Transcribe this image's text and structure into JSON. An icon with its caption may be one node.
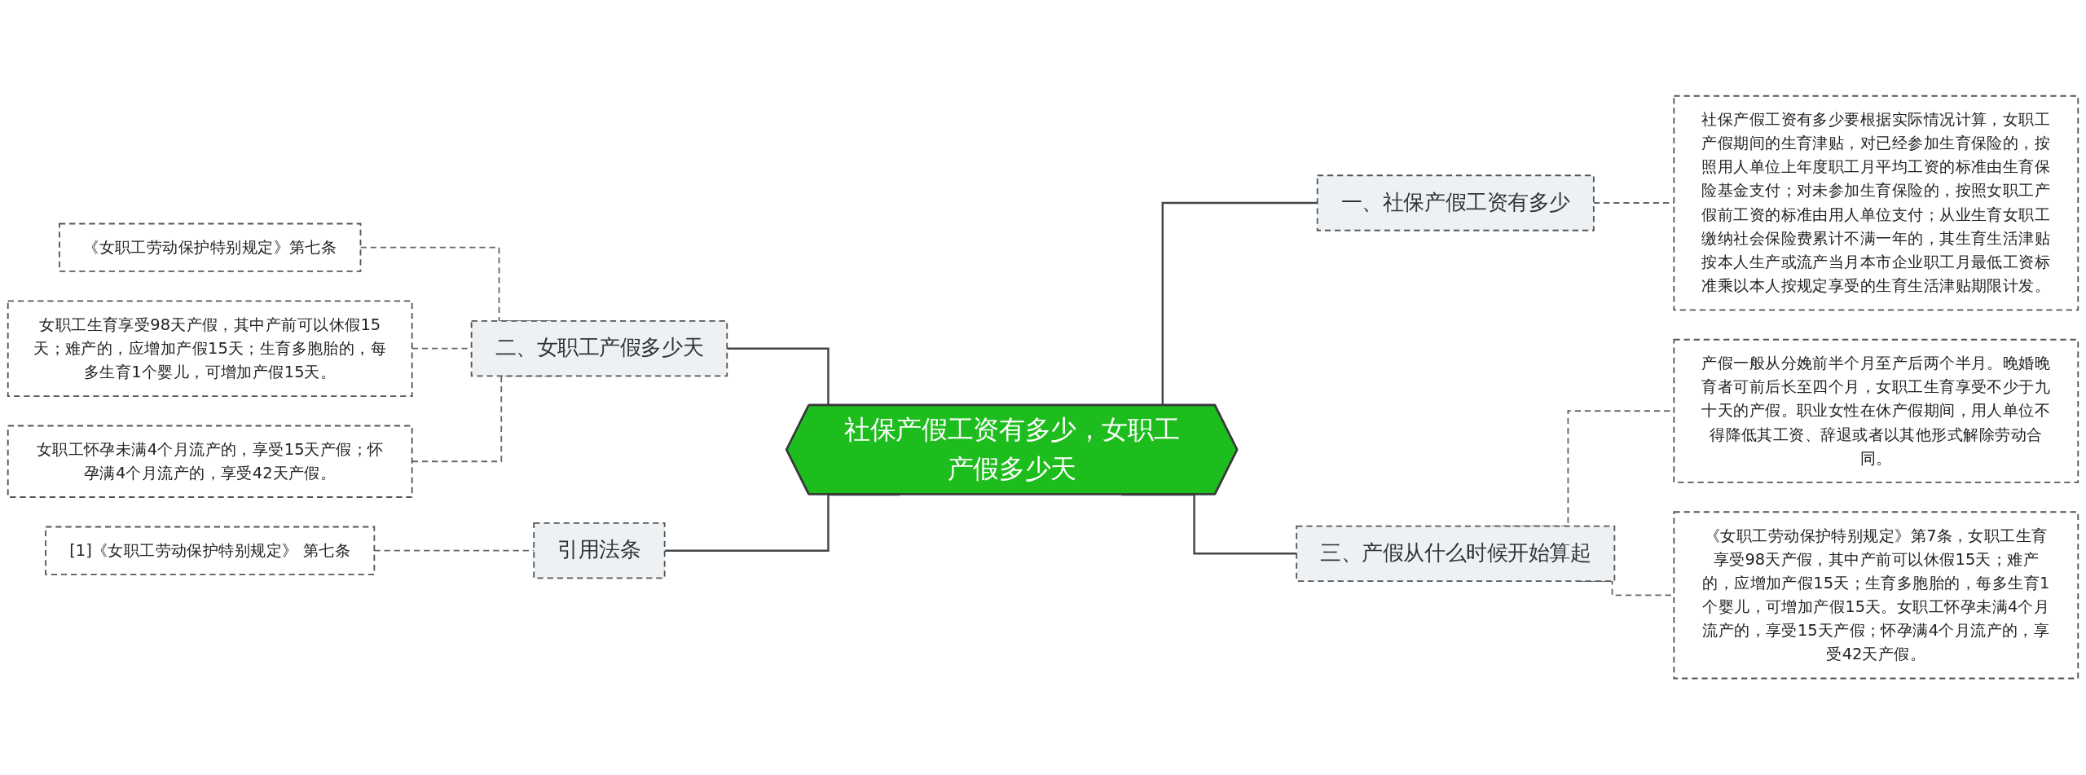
{
  "diagram": {
    "nodes": [
      {
        "text": [
          "社保产假工资有多少，女职工产假多少天"
        ]
      },
      {
        "text": [
          "一、社保产假工资有多少"
        ]
      },
      {
        "text": [
          "社保产假工资有多少要根据实际情况计算，女职工产假期间的生育津贴，对已经参加生育保险的，按照用人单位上年度职工月平均工资的标准由生育保险基金支付；对未参加生育保险的，按照女职工产假前工资的标准由用人单位支付；从业生育女职工缴纳社会保险费累计不满一年的，其生育生活津贴按本人生产或流产当月本市企业职工月最低工资标准乘以本人按规定享受的生育生活津贴期限计发。"
        ]
      },
      {
        "text": [
          "二、女职工产假多少天"
        ]
      },
      {
        "text": [
          "《女职工劳动保护特别规定》第七条"
        ]
      },
      {
        "text": [
          "女职工生育享受98天产假，其中产前可以休假15天；难产的，应增加产假15天；生育多胞胎的，每多生育1个婴儿，可增加产假15天。"
        ]
      },
      {
        "text": [
          "女职工怀孕未满4个月流产的，享受15天产假；怀孕满4个月流产的，享受42天产假。"
        ]
      },
      {
        "text": [
          "三、产假从什么时候开始算起"
        ]
      },
      {
        "text": [
          "产假一般从分娩前半个月至产后两个半月。晚婚晚育者可前后长至四个月，女职工生育享受不少于九十天的产假。职业女性在休产假期间，用人单位不得降低其工资、辞退或者以其他形式解除劳动合同。"
        ]
      },
      {
        "text": [
          "《女职工劳动保护特别规定》第7条，女职工生育享受98天产假，其中产前可以休假15天；难产的，应增加产假15天；生育多胞胎的，每多生育1个婴儿，可增加产假15天。女职工怀孕未满4个月流产的，享受15天产假；怀孕满4个月流产的，享受42天产假。"
        ]
      },
      {
        "text": [
          "引用法条"
        ]
      },
      {
        "text": [
          "[1]《女职工劳动保护特别规定》 第七条"
        ]
      }
    ],
    "edges": [
      {
        "from": 0,
        "to": 1,
        "arrow": "none"
      },
      {
        "from": 1,
        "to": 2,
        "arrow": "none",
        "style": "dashed"
      },
      {
        "from": 3,
        "to": 0,
        "arrow": "none"
      },
      {
        "from": 4,
        "to": 3,
        "arrow": "none",
        "style": "dashed"
      },
      {
        "from": 5,
        "to": 3,
        "arrow": "none",
        "style": "dashed"
      },
      {
        "from": 6,
        "to": 3,
        "arrow": "none",
        "style": "dashed"
      },
      {
        "from": 0,
        "to": 7,
        "arrow": "none"
      },
      {
        "from": 7,
        "to": 8,
        "arrow": "none",
        "style": "dashed"
      },
      {
        "from": 7,
        "to": 9,
        "arrow": "none",
        "style": "dashed"
      },
      {
        "from": 10,
        "to": 0,
        "arrow": "none"
      },
      {
        "from": 11,
        "to": 10,
        "arrow": "none",
        "style": "dashed"
      }
    ]
  }
}
